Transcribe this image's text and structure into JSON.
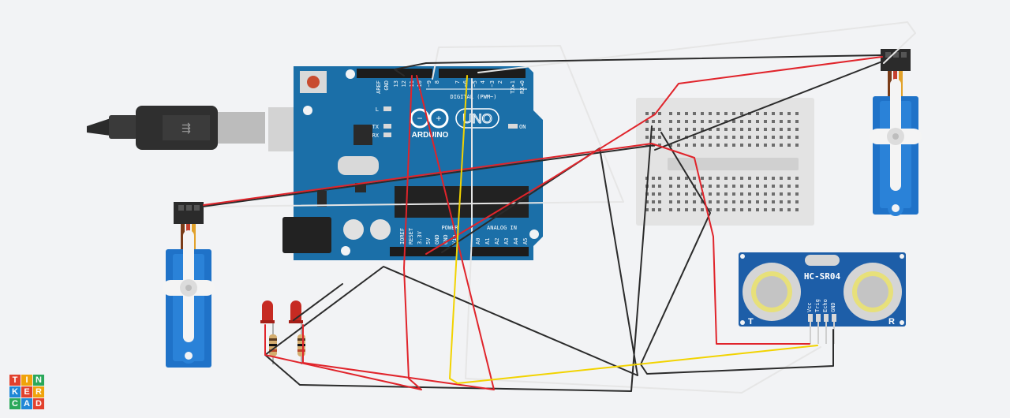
{
  "arduino": {
    "brand": "ARDUINO",
    "model": "UNO",
    "header_digital": "DIGITAL (PWM~)",
    "header_power": "POWER",
    "header_analog": "ANALOG IN",
    "led_l": "L",
    "led_tx": "TX",
    "led_rx": "RX",
    "led_on": "ON",
    "pins_top": [
      "AREF",
      "GND",
      "13",
      "12",
      "~11",
      "~10",
      "~9",
      "8",
      "7",
      "~6",
      "~5",
      "4",
      "~3",
      "2",
      "TX▸1",
      "RX◂0"
    ],
    "pins_power": [
      "IOREF",
      "RESET",
      "3.3V",
      "5V",
      "GND",
      "GND",
      "Vin"
    ],
    "pins_analog": [
      "A0",
      "A1",
      "A2",
      "A3",
      "A4",
      "A5"
    ]
  },
  "sensor": {
    "model": "HC-SR04",
    "label_t": "T",
    "label_r": "R",
    "pins": [
      "Vcc",
      "Trig",
      "Echo",
      "GND"
    ]
  },
  "logo": {
    "letters": [
      "T",
      "I",
      "N",
      "K",
      "E",
      "R",
      "C",
      "A",
      "D"
    ],
    "colors": [
      "#e2412d",
      "#f0a30a",
      "#2aa85a",
      "#1f87d6",
      "#e2412d",
      "#f0a30a",
      "#2aa85a",
      "#1f87d6",
      "#e2412d"
    ]
  },
  "colors": {
    "wire_red": "#e0242b",
    "wire_black": "#2b2b2b",
    "wire_white": "#e6e6e6",
    "wire_yellow": "#f2d300",
    "board_blue": "#1b6fa8",
    "servo_blue": "#1f72c8",
    "sensor_blue": "#1d5ea8"
  }
}
